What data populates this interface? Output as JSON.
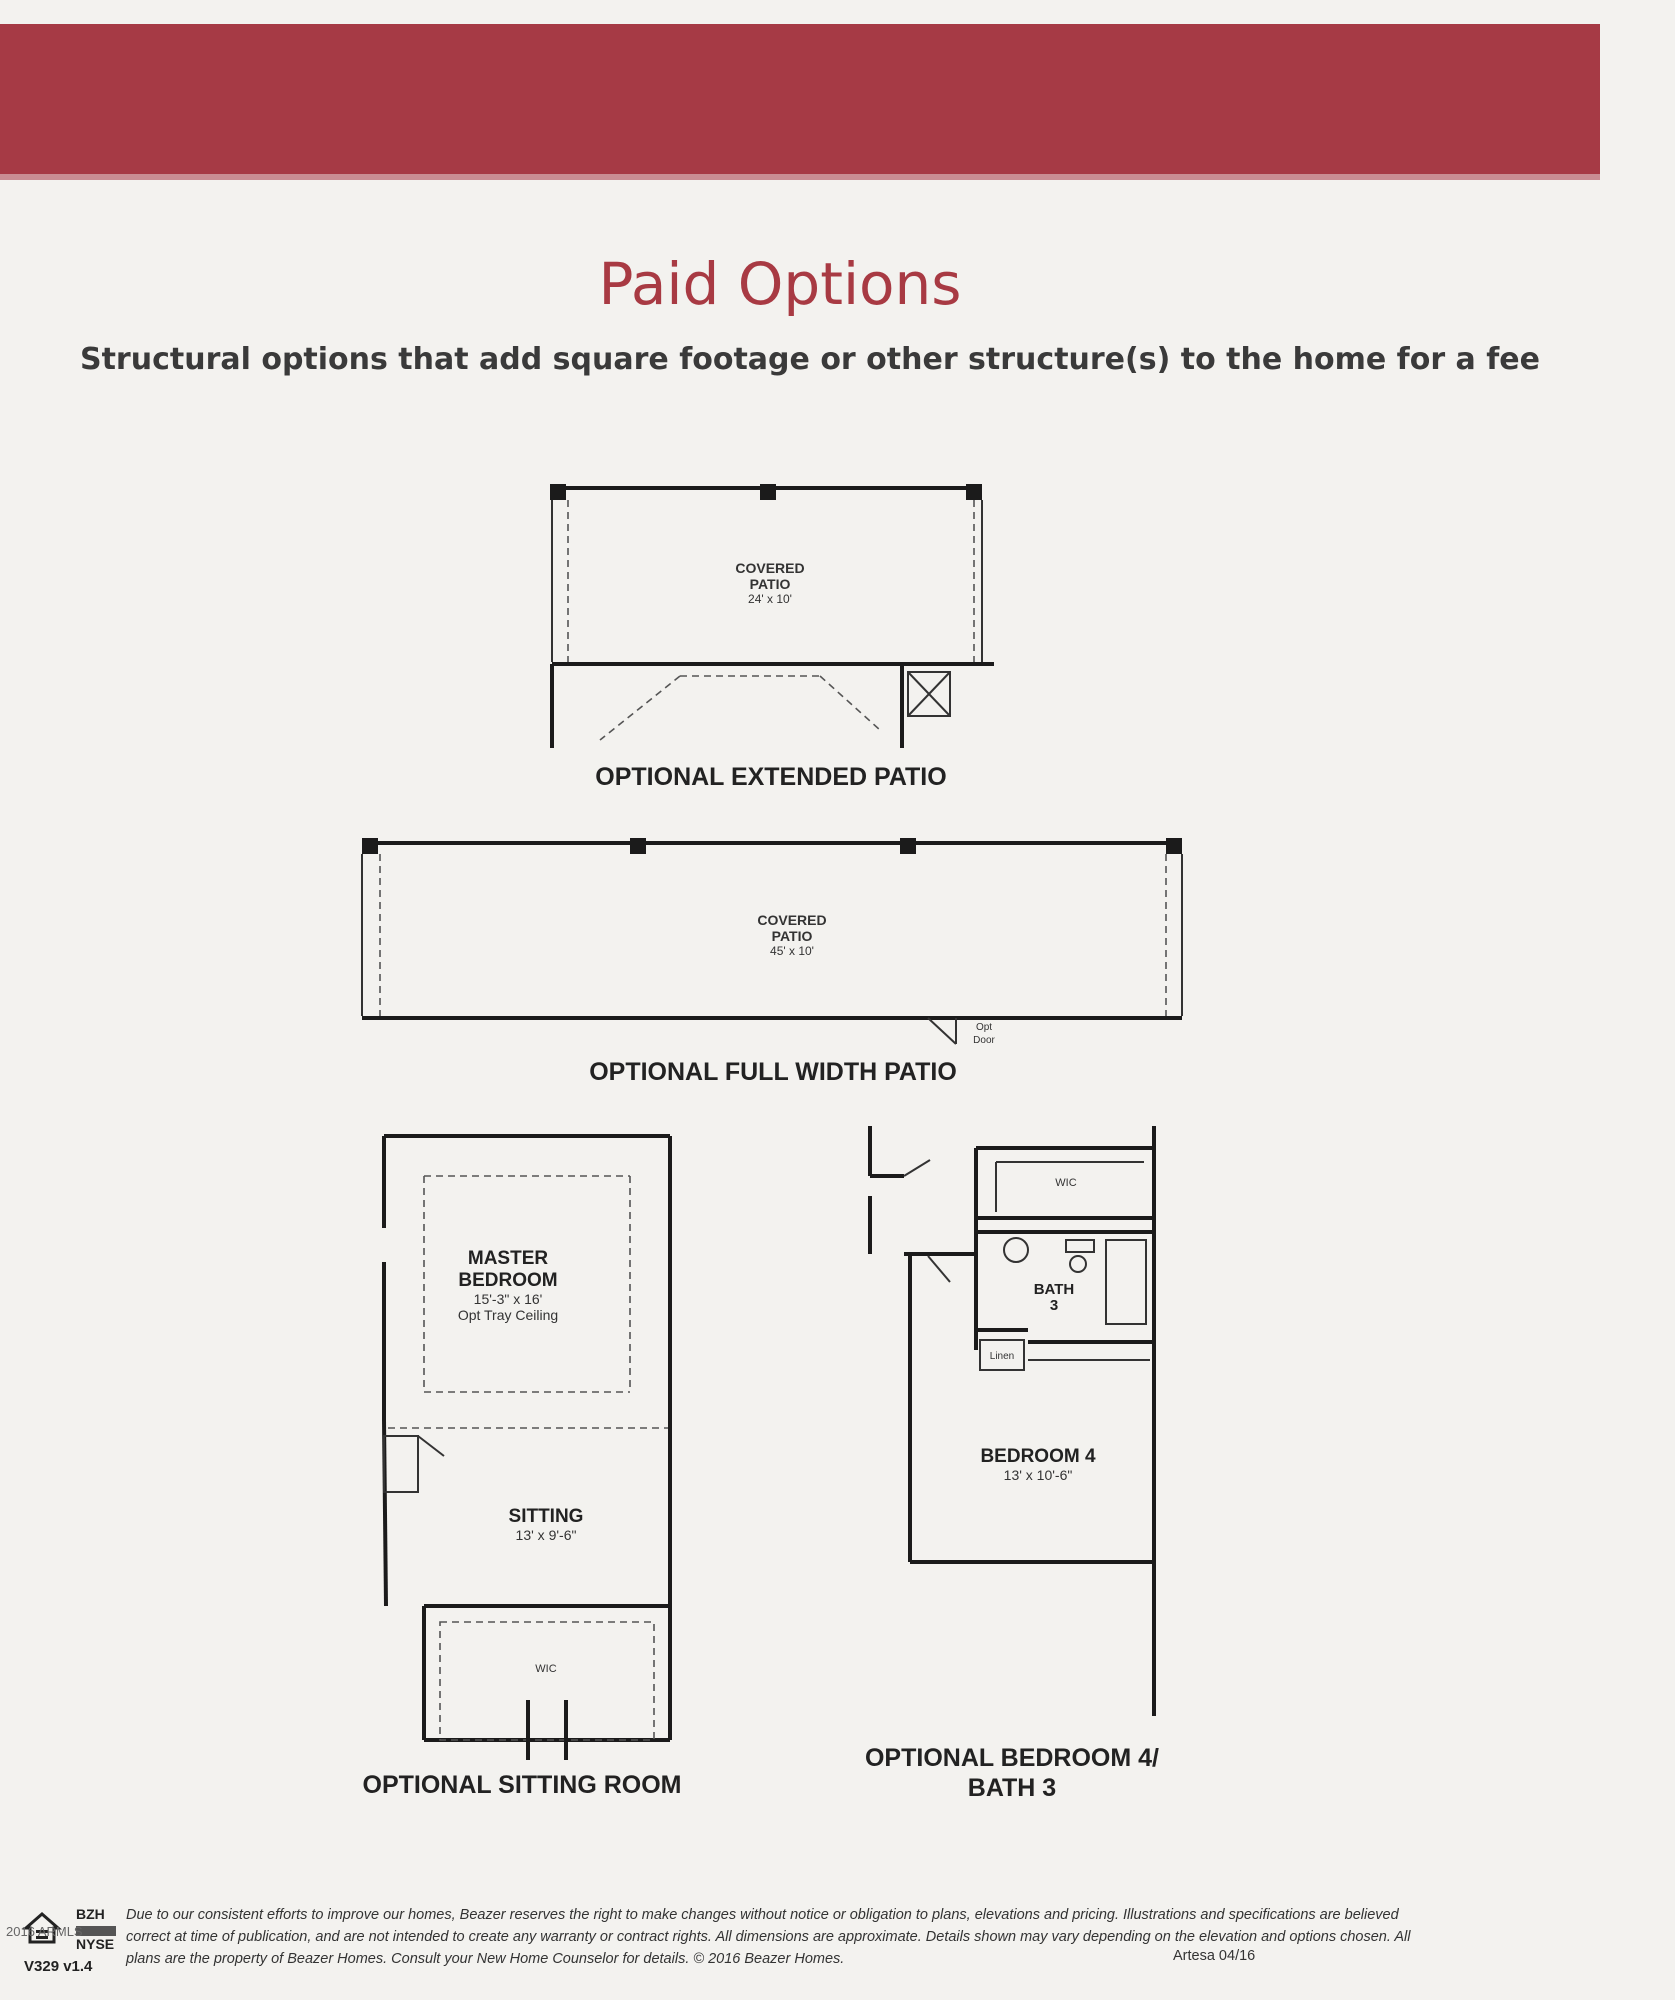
{
  "header": {
    "title": "Paid Options",
    "subtitle": "Structural options that add square footage or other structure(s) to the home for a fee"
  },
  "plans": {
    "extended_patio": {
      "room": [
        "COVERED",
        "PATIO"
      ],
      "dims": "24' x 10'",
      "caption": "OPTIONAL EXTENDED PATIO"
    },
    "full_width_patio": {
      "room": [
        "COVERED",
        "PATIO"
      ],
      "dims": "45' x 10'",
      "door": [
        "Opt",
        "Door"
      ],
      "caption": "OPTIONAL FULL WIDTH PATIO"
    },
    "sitting_room": {
      "master": [
        "MASTER",
        "BEDROOM"
      ],
      "master_dims": "15'-3\" x 16'",
      "master_note": "Opt Tray Ceiling",
      "sitting": "SITTING",
      "sitting_dims": "13' x 9'-6\"",
      "wic": "WIC",
      "caption": "OPTIONAL SITTING ROOM"
    },
    "bedroom4": {
      "wic": "WIC",
      "bath": [
        "BATH",
        "3"
      ],
      "linen": "Linen",
      "bedroom": "BEDROOM 4",
      "bedroom_dims": "13' x 10'-6\"",
      "caption": [
        "OPTIONAL BEDROOM 4/",
        "BATH 3"
      ]
    }
  },
  "footer": {
    "disclaimer": "Due to our consistent efforts to improve our homes, Beazer reserves the right to make changes without notice or obligation to plans, elevations and pricing. Illustrations and specifications are believed correct at time of publication, and are not intended to create any warranty or contract rights. All dimensions are approximate. Details shown may vary depending on the elevation and options chosen. All plans are the property of Beazer Homes. Consult your New Home Counselor for details. © 2016 Beazer Homes.",
    "plan_code": "Artesa 04/16",
    "logo_bzh": "BZH",
    "logo_nyse": "NYSE",
    "version": "V329 v1.4",
    "watermark": "2016 ARMLS"
  }
}
